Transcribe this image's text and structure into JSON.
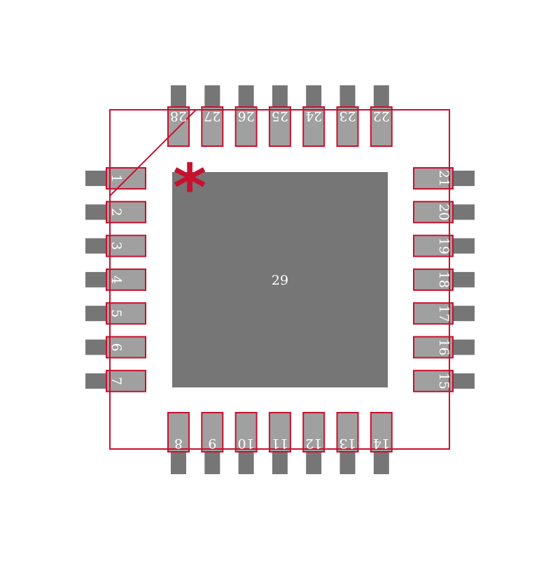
{
  "footprint": {
    "colors": {
      "copper": "#767676",
      "paste": "#a0a0a0",
      "outline": "#c8102e",
      "label": "#ffffff",
      "background": "#ffffff"
    },
    "pin1_marker": "*",
    "exposed_pad_label": "29",
    "pins_left": [
      "1",
      "2",
      "3",
      "4",
      "5",
      "6",
      "7"
    ],
    "pins_bottom": [
      "8",
      "9",
      "10",
      "11",
      "12",
      "13",
      "14"
    ],
    "pins_right": [
      "15",
      "16",
      "17",
      "18",
      "19",
      "20",
      "21"
    ],
    "pins_top": [
      "22",
      "23",
      "24",
      "25",
      "26",
      "27",
      "28"
    ]
  }
}
